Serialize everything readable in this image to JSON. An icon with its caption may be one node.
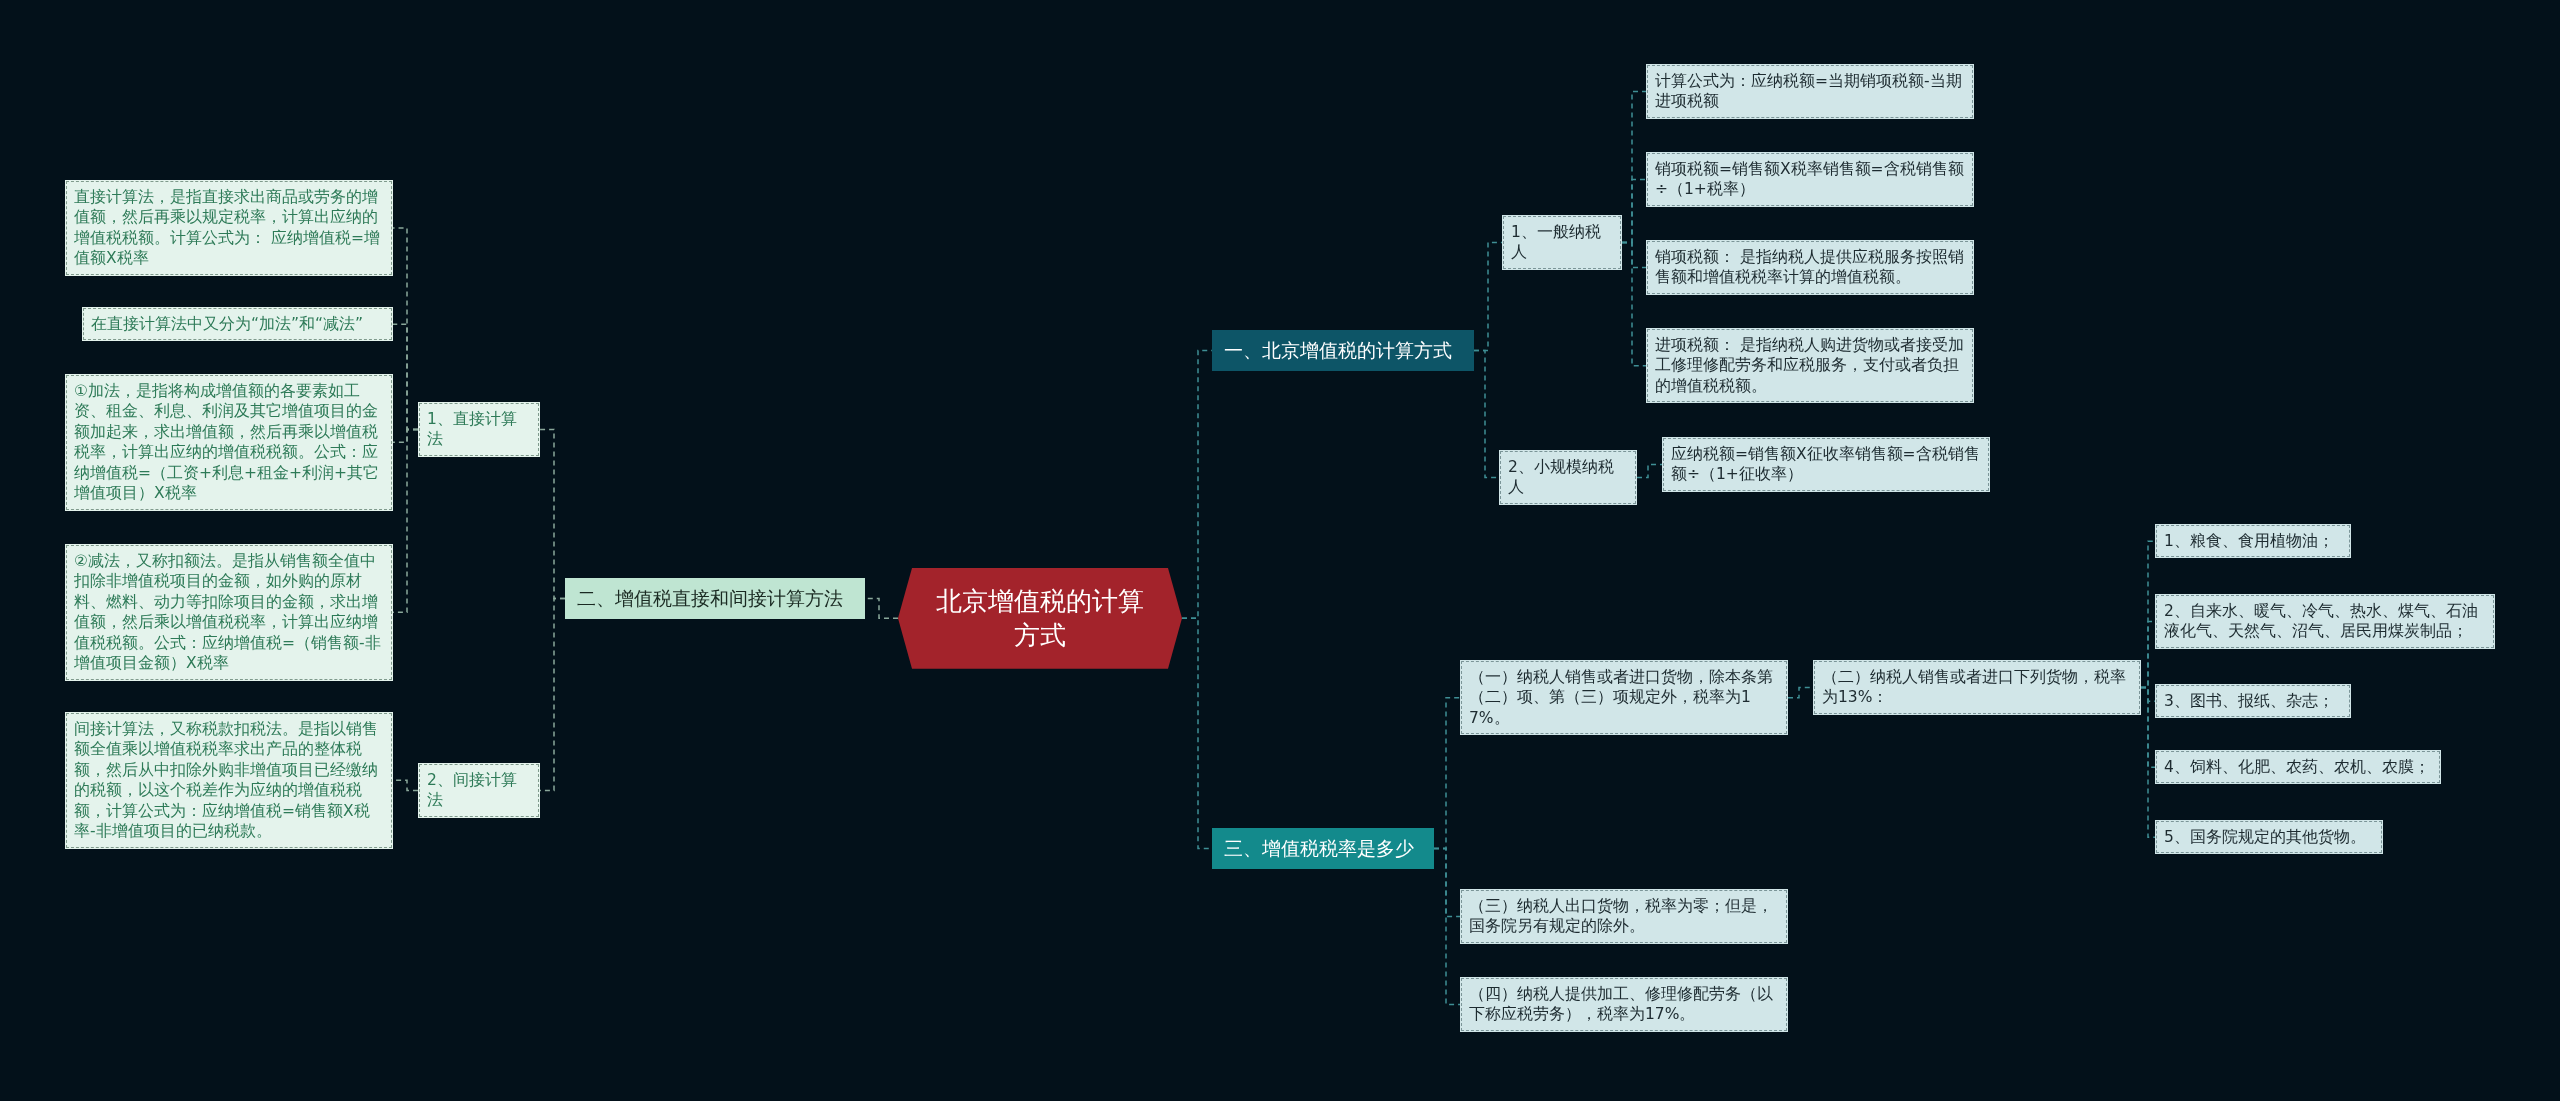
{
  "diagram": {
    "nodes": [
      {
        "text": [
          "北京增值税的计算方式"
        ]
      },
      {
        "text": [
          "一、北京增值税的计算方式"
        ]
      },
      {
        "text": [
          "1、一般纳税人"
        ]
      },
      {
        "text": [
          "计算公式为：应纳税额=当期销项税额-当期进项税额"
        ]
      },
      {
        "text": [
          "销项税额=销售额X税率销售额=含税销售额÷（1+税率）"
        ]
      },
      {
        "text": [
          "销项税额： 是指纳税人提供应税服务按照销售额和增值税税率计算的增值税额。"
        ]
      },
      {
        "text": [
          "进项税额： 是指纳税人购进货物或者接受加工修理修配劳务和应税服务，支付或者负担的增值税税额。"
        ]
      },
      {
        "text": [
          "2、小规模纳税人"
        ]
      },
      {
        "text": [
          "应纳税额=销售额X征收率销售额=含税销售额÷（1+征收率）"
        ]
      },
      {
        "text": [
          "三、增值税税率是多少"
        ]
      },
      {
        "text": [
          "（一）纳税人销售或者进口货物，除本条第（二）项、第（三）项规定外，税率为17%。"
        ]
      },
      {
        "text": [
          "（二）纳税人销售或者进口下列货物，税率为13%："
        ]
      },
      {
        "text": [
          "1、粮食、食用植物油；"
        ]
      },
      {
        "text": [
          "2、自来水、暖气、冷气、热水、煤气、石油液化气、天然气、沼气、居民用煤炭制品；"
        ]
      },
      {
        "text": [
          "3、图书、报纸、杂志；"
        ]
      },
      {
        "text": [
          "4、饲料、化肥、农药、农机、农膜；"
        ]
      },
      {
        "text": [
          "5、国务院规定的其他货物。"
        ]
      },
      {
        "text": [
          "（三）纳税人出口货物，税率为零；但是，国务院另有规定的除外。"
        ]
      },
      {
        "text": [
          "（四）纳税人提供加工、修理修配劳务（以下称应税劳务），税率为17%。"
        ]
      },
      {
        "text": [
          "二、增值税直接和间接计算方法"
        ]
      },
      {
        "text": [
          "1、直接计算法"
        ]
      },
      {
        "text": [
          "直接计算法，是指直接求出商品或劳务的增值额，然后再乘以规定税率，计算出应纳的增值税税额。计算公式为： 应纳增值税=增值额X税率"
        ]
      },
      {
        "text": [
          "在直接计算法中又分为“加法”和“减法”"
        ]
      },
      {
        "text": [
          "①加法，是指将构成增值额的各要素如工资、租金、利息、利润及其它增值项目的金额加起来，求出增值额，然后再乘以增值税税率，计算出应纳的增值税税额。公式：应纳增值税=（工资+利息+租金+利润+其它增值项目）X税率"
        ]
      },
      {
        "text": [
          "②减法，又称扣额法。是指从销售额全值中扣除非增值税项目的金额，如外购的原材料、燃料、动力等扣除项目的金额，求出增值额，然后乘以增值税税率，计算出应纳增值税税额。公式：应纳增值税=（销售额-非增值项目金额）X税率"
        ]
      },
      {
        "text": [
          "2、间接计算法"
        ]
      },
      {
        "text": [
          "间接计算法，又称税款扣税法。是指以销售额全值乘以增值税税率求出产品的整体税额，然后从中扣除外购非增值项目已经缴纳的税额，以这个税差作为应纳的增值税税额，计算公式为：应纳增值税=销售额X税率-非增值项目的已纳税款。"
        ]
      }
    ],
    "edges": [
      {
        "from": 0,
        "to": 1,
        "arrow": "none"
      },
      {
        "from": 1,
        "to": 2,
        "arrow": "none"
      },
      {
        "from": 2,
        "to": 3,
        "arrow": "none"
      },
      {
        "from": 2,
        "to": 4,
        "arrow": "none"
      },
      {
        "from": 2,
        "to": 5,
        "arrow": "none"
      },
      {
        "from": 2,
        "to": 6,
        "arrow": "none"
      },
      {
        "from": 1,
        "to": 7,
        "arrow": "none"
      },
      {
        "from": 7,
        "to": 8,
        "arrow": "none"
      },
      {
        "from": 0,
        "to": 9,
        "arrow": "none"
      },
      {
        "from": 9,
        "to": 10,
        "arrow": "none"
      },
      {
        "from": 10,
        "to": 11,
        "arrow": "none"
      },
      {
        "from": 11,
        "to": 12,
        "arrow": "none"
      },
      {
        "from": 11,
        "to": 13,
        "arrow": "none"
      },
      {
        "from": 11,
        "to": 14,
        "arrow": "none"
      },
      {
        "from": 11,
        "to": 15,
        "arrow": "none"
      },
      {
        "from": 11,
        "to": 16,
        "arrow": "none"
      },
      {
        "from": 9,
        "to": 17,
        "arrow": "none"
      },
      {
        "from": 9,
        "to": 18,
        "arrow": "none"
      },
      {
        "from": 0,
        "to": 19,
        "arrow": "none"
      },
      {
        "from": 19,
        "to": 20,
        "arrow": "none"
      },
      {
        "from": 20,
        "to": 21,
        "arrow": "none"
      },
      {
        "from": 20,
        "to": 22,
        "arrow": "none"
      },
      {
        "from": 20,
        "to": 23,
        "arrow": "none"
      },
      {
        "from": 20,
        "to": 24,
        "arrow": "none"
      },
      {
        "from": 19,
        "to": 25,
        "arrow": "none"
      },
      {
        "from": 25,
        "to": 26,
        "arrow": "none"
      }
    ]
  }
}
